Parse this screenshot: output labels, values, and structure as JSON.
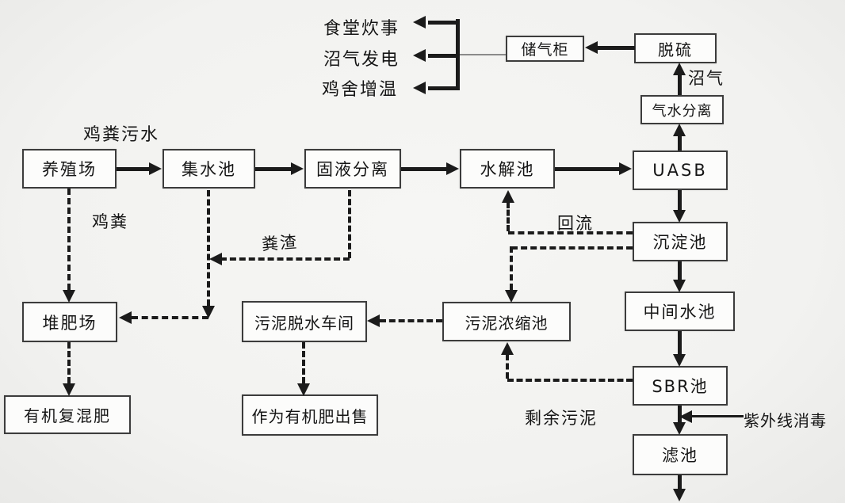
{
  "nodes": {
    "farm": "养殖场",
    "collecting_pool": "集水池",
    "solid_liquid_separation": "固液分离",
    "hydrolysis_pool": "水解池",
    "uasb": "UASB",
    "sedimentation_pool": "沉淀池",
    "intermediate_pool": "中间水池",
    "sbr_pool": "SBR池",
    "filter_pool": "滤池",
    "composting_site": "堆肥场",
    "organic_compound_fertilizer": "有机复混肥",
    "sludge_dewatering_workshop": "污泥脱水车间",
    "sold_as_organic_fertilizer": "作为有机肥出售",
    "sludge_thickening_pool": "污泥浓缩池",
    "gas_holder": "储气柜",
    "desulfurization": "脱硫",
    "gas_water_separation": "气水分离"
  },
  "flow_labels": {
    "chicken_manure_wastewater": "鸡粪污水",
    "chicken_manure": "鸡粪",
    "manure_residue": "粪渣",
    "reflux": "回流",
    "excess_sludge": "剩余污泥",
    "uv_disinfection": "紫外线消毒",
    "biogas": "沼气"
  },
  "biogas_uses": {
    "canteen_cooking": "食堂炊事",
    "biogas_power_generation": "沼气发电",
    "coop_heating": "鸡舍增温"
  },
  "edges": [
    {
      "from": "养殖场",
      "to": "集水池",
      "style": "solid",
      "label": "鸡粪污水"
    },
    {
      "from": "集水池",
      "to": "固液分离",
      "style": "solid"
    },
    {
      "from": "固液分离",
      "to": "水解池",
      "style": "solid"
    },
    {
      "from": "水解池",
      "to": "UASB",
      "style": "solid"
    },
    {
      "from": "UASB",
      "to": "气水分离",
      "style": "solid"
    },
    {
      "from": "气水分离",
      "to": "脱硫",
      "style": "solid",
      "label": "沼气"
    },
    {
      "from": "脱硫",
      "to": "储气柜",
      "style": "solid"
    },
    {
      "from": "储气柜",
      "to": "食堂炊事",
      "style": "solid"
    },
    {
      "from": "储气柜",
      "to": "沼气发电",
      "style": "solid"
    },
    {
      "from": "储气柜",
      "to": "鸡舍增温",
      "style": "solid"
    },
    {
      "from": "UASB",
      "to": "沉淀池",
      "style": "solid"
    },
    {
      "from": "沉淀池",
      "to": "中间水池",
      "style": "solid"
    },
    {
      "from": "中间水池",
      "to": "SBR池",
      "style": "solid"
    },
    {
      "from": "SBR池",
      "to": "滤池",
      "style": "solid",
      "label": "紫外线消毒"
    },
    {
      "from": "滤池",
      "to": "",
      "style": "solid"
    },
    {
      "from": "养殖场",
      "to": "堆肥场",
      "style": "dashed",
      "label": "鸡粪"
    },
    {
      "from": "集水池",
      "to": "堆肥场",
      "style": "dashed"
    },
    {
      "from": "固液分离",
      "to": "堆肥场",
      "style": "dashed",
      "label": "粪渣"
    },
    {
      "from": "沉淀池",
      "to": "水解池",
      "style": "dashed",
      "label": "回流"
    },
    {
      "from": "沉淀池",
      "to": "污泥浓缩池",
      "style": "dashed"
    },
    {
      "from": "SBR池",
      "to": "污泥浓缩池",
      "style": "dashed",
      "label": "剩余污泥"
    },
    {
      "from": "污泥浓缩池",
      "to": "污泥脱水车间",
      "style": "dashed"
    },
    {
      "from": "堆肥场",
      "to": "有机复混肥",
      "style": "dashed"
    },
    {
      "from": "污泥脱水车间",
      "to": "作为有机肥出售",
      "style": "dashed"
    }
  ],
  "colors": {
    "line": "#1b1b1b",
    "box_border": "#3c3c3c",
    "box_bg": "#fcfcfb",
    "background": "#f2f2f0",
    "thin_line": "#8a8a8a",
    "text": "#161616"
  }
}
